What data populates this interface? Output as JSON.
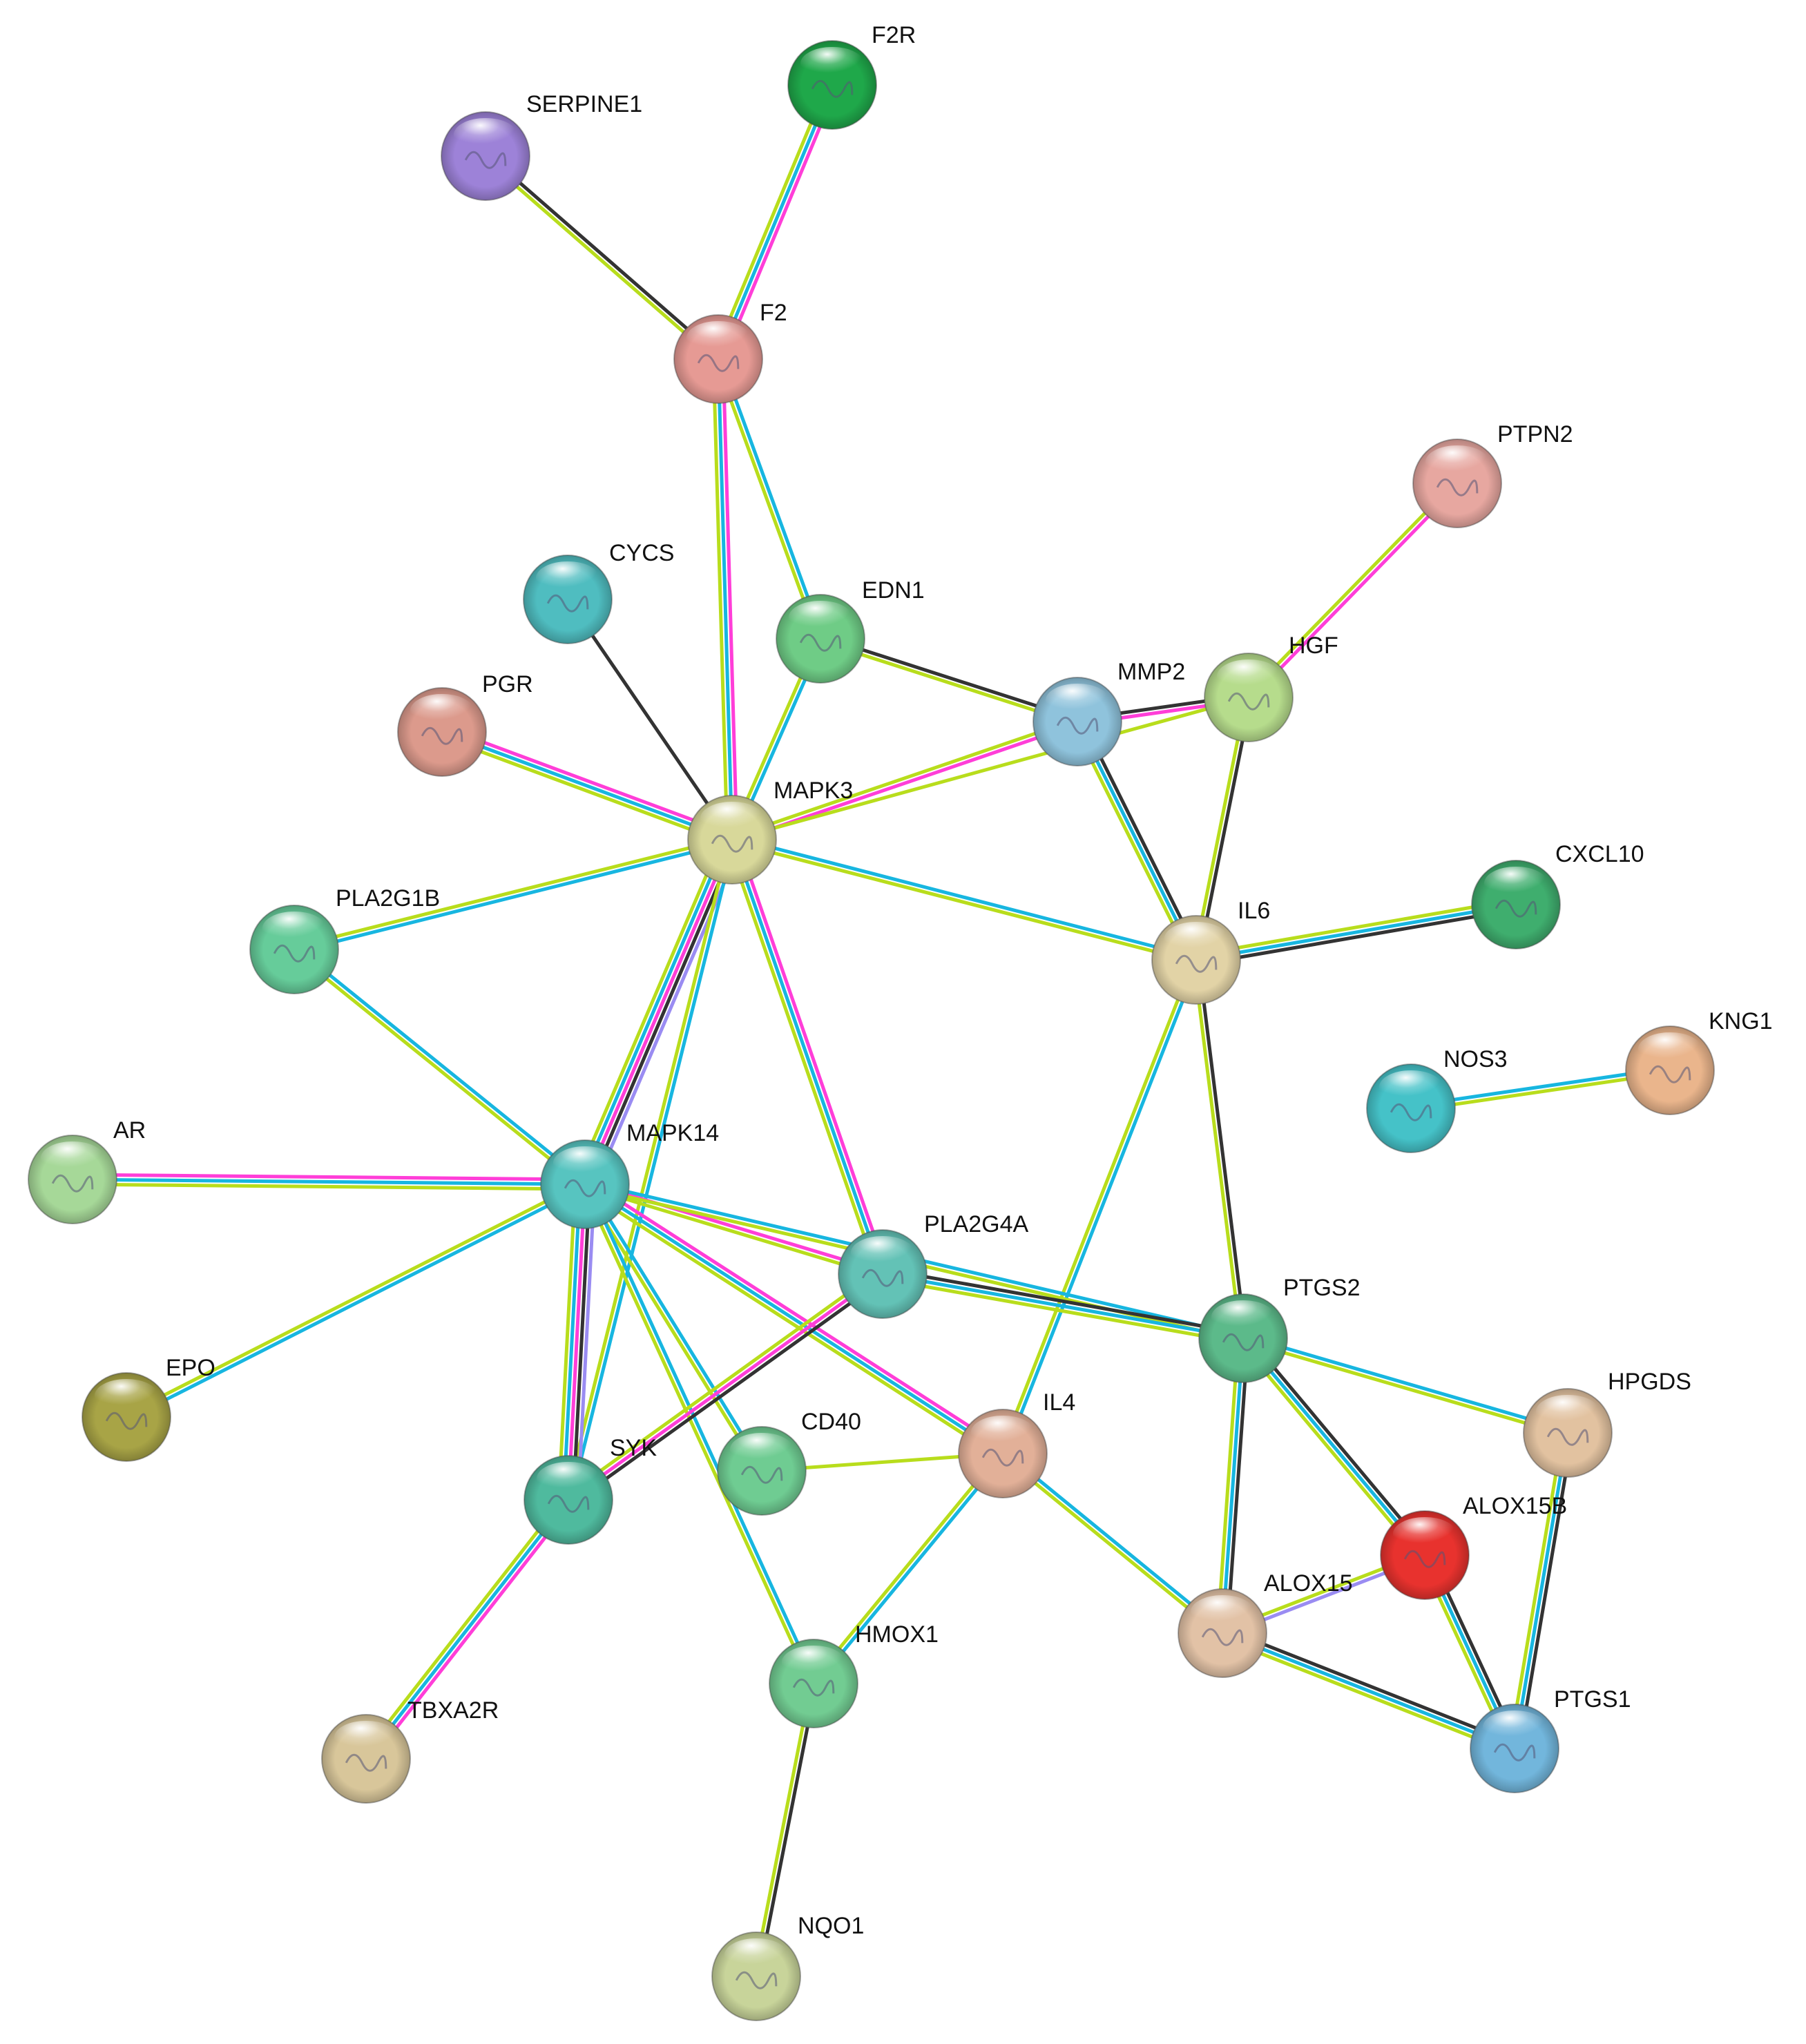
{
  "network": {
    "nodes": [
      {
        "id": "F2R",
        "label": "F2R",
        "color": "#1fa84a"
      },
      {
        "id": "SERPINE1",
        "label": "SERPINE1",
        "color": "#9d82d8"
      },
      {
        "id": "F2",
        "label": "F2",
        "color": "#e69a94"
      },
      {
        "id": "PTPN2",
        "label": "PTPN2",
        "color": "#e7a7a0"
      },
      {
        "id": "CYCS",
        "label": "CYCS",
        "color": "#4fbdc0"
      },
      {
        "id": "EDN1",
        "label": "EDN1",
        "color": "#6fcc86"
      },
      {
        "id": "MMP2",
        "label": "MMP2",
        "color": "#8fc3dc"
      },
      {
        "id": "HGF",
        "label": "HGF",
        "color": "#b6dc8c"
      },
      {
        "id": "PGR",
        "label": "PGR",
        "color": "#dc9a8c"
      },
      {
        "id": "MAPK3",
        "label": "MAPK3",
        "color": "#d8d89a"
      },
      {
        "id": "CXCL10",
        "label": "CXCL10",
        "color": "#3fae6e"
      },
      {
        "id": "PLA2G1B",
        "label": "PLA2G1B",
        "color": "#66cc9a"
      },
      {
        "id": "IL6",
        "label": "IL6",
        "color": "#e2d3a6"
      },
      {
        "id": "KNG1",
        "label": "KNG1",
        "color": "#eab58c"
      },
      {
        "id": "NOS3",
        "label": "NOS3",
        "color": "#45c2c8"
      },
      {
        "id": "AR",
        "label": "AR",
        "color": "#a6d898"
      },
      {
        "id": "MAPK14",
        "label": "MAPK14",
        "color": "#57c4c0"
      },
      {
        "id": "PLA2G4A",
        "label": "PLA2G4A",
        "color": "#63c2b6"
      },
      {
        "id": "PTGS2",
        "label": "PTGS2",
        "color": "#5cba8a"
      },
      {
        "id": "EPO",
        "label": "EPO",
        "color": "#a8a446"
      },
      {
        "id": "HPGDS",
        "label": "HPGDS",
        "color": "#e2c2a0"
      },
      {
        "id": "IL4",
        "label": "IL4",
        "color": "#e2b098"
      },
      {
        "id": "CD40",
        "label": "CD40",
        "color": "#6fcc92"
      },
      {
        "id": "SYK",
        "label": "SYK",
        "color": "#4fba9e"
      },
      {
        "id": "ALOX15B",
        "label": "ALOX15B",
        "color": "#e8322e"
      },
      {
        "id": "ALOX15",
        "label": "ALOX15",
        "color": "#e2c2a6"
      },
      {
        "id": "HMOX1",
        "label": "HMOX1",
        "color": "#72cc92"
      },
      {
        "id": "TBXA2R",
        "label": "TBXA2R",
        "color": "#d8c69a"
      },
      {
        "id": "PTGS1",
        "label": "PTGS1",
        "color": "#72b6dc"
      },
      {
        "id": "NQO1",
        "label": "NQO1",
        "color": "#c8d49a"
      }
    ],
    "edges": [
      {
        "source": "F2R",
        "target": "F2",
        "evidence": [
          "magenta",
          "cyan",
          "lime"
        ]
      },
      {
        "source": "SERPINE1",
        "target": "F2",
        "evidence": [
          "black",
          "lime"
        ]
      },
      {
        "source": "F2",
        "target": "MAPK3",
        "evidence": [
          "magenta",
          "cyan",
          "lime"
        ]
      },
      {
        "source": "F2",
        "target": "EDN1",
        "evidence": [
          "cyan",
          "lime"
        ]
      },
      {
        "source": "PTPN2",
        "target": "HGF",
        "evidence": [
          "magenta",
          "lime"
        ]
      },
      {
        "source": "CYCS",
        "target": "MAPK3",
        "evidence": [
          "black"
        ]
      },
      {
        "source": "EDN1",
        "target": "MAPK3",
        "evidence": [
          "cyan",
          "lime"
        ]
      },
      {
        "source": "EDN1",
        "target": "MMP2",
        "evidence": [
          "black",
          "lime"
        ]
      },
      {
        "source": "MMP2",
        "target": "HGF",
        "evidence": [
          "black",
          "magenta"
        ]
      },
      {
        "source": "MMP2",
        "target": "MAPK3",
        "evidence": [
          "magenta",
          "lime"
        ]
      },
      {
        "source": "MMP2",
        "target": "IL6",
        "evidence": [
          "black",
          "cyan",
          "lime"
        ]
      },
      {
        "source": "HGF",
        "target": "MAPK3",
        "evidence": [
          "lime"
        ]
      },
      {
        "source": "HGF",
        "target": "IL6",
        "evidence": [
          "black",
          "lime"
        ]
      },
      {
        "source": "PGR",
        "target": "MAPK3",
        "evidence": [
          "magenta",
          "cyan",
          "lime"
        ]
      },
      {
        "source": "MAPK3",
        "target": "PLA2G1B",
        "evidence": [
          "cyan",
          "lime"
        ]
      },
      {
        "source": "MAPK3",
        "target": "IL6",
        "evidence": [
          "cyan",
          "lime"
        ]
      },
      {
        "source": "MAPK3",
        "target": "MAPK14",
        "evidence": [
          "blue",
          "black",
          "magenta",
          "cyan",
          "lime"
        ]
      },
      {
        "source": "MAPK3",
        "target": "PLA2G4A",
        "evidence": [
          "magenta",
          "cyan",
          "lime"
        ]
      },
      {
        "source": "MAPK3",
        "target": "SYK",
        "evidence": [
          "cyan",
          "lime"
        ]
      },
      {
        "source": "CXCL10",
        "target": "IL6",
        "evidence": [
          "black",
          "cyan",
          "lime"
        ]
      },
      {
        "source": "PLA2G1B",
        "target": "MAPK14",
        "evidence": [
          "cyan",
          "lime"
        ]
      },
      {
        "source": "IL6",
        "target": "PTGS2",
        "evidence": [
          "black",
          "lime"
        ]
      },
      {
        "source": "IL6",
        "target": "IL4",
        "evidence": [
          "cyan",
          "lime"
        ]
      },
      {
        "source": "NOS3",
        "target": "KNG1",
        "evidence": [
          "cyan",
          "lime"
        ]
      },
      {
        "source": "AR",
        "target": "MAPK14",
        "evidence": [
          "magenta",
          "cyan",
          "lime"
        ]
      },
      {
        "source": "MAPK14",
        "target": "PLA2G4A",
        "evidence": [
          "magenta",
          "lime"
        ]
      },
      {
        "source": "MAPK14",
        "target": "PTGS2",
        "evidence": [
          "cyan",
          "lime"
        ]
      },
      {
        "source": "MAPK14",
        "target": "EPO",
        "evidence": [
          "cyan",
          "lime"
        ]
      },
      {
        "source": "MAPK14",
        "target": "SYK",
        "evidence": [
          "blue",
          "black",
          "magenta",
          "cyan",
          "lime"
        ]
      },
      {
        "source": "MAPK14",
        "target": "CD40",
        "evidence": [
          "cyan",
          "lime"
        ]
      },
      {
        "source": "MAPK14",
        "target": "IL4",
        "evidence": [
          "magenta",
          "cyan",
          "lime"
        ]
      },
      {
        "source": "MAPK14",
        "target": "HMOX1",
        "evidence": [
          "cyan",
          "lime"
        ]
      },
      {
        "source": "PLA2G4A",
        "target": "PTGS2",
        "evidence": [
          "black",
          "cyan",
          "lime"
        ]
      },
      {
        "source": "PLA2G4A",
        "target": "SYK",
        "evidence": [
          "black",
          "magenta",
          "lime"
        ]
      },
      {
        "source": "PTGS2",
        "target": "HPGDS",
        "evidence": [
          "cyan",
          "lime"
        ]
      },
      {
        "source": "PTGS2",
        "target": "ALOX15B",
        "evidence": [
          "black",
          "cyan",
          "lime"
        ]
      },
      {
        "source": "PTGS2",
        "target": "ALOX15",
        "evidence": [
          "black",
          "cyan",
          "lime"
        ]
      },
      {
        "source": "HPGDS",
        "target": "PTGS1",
        "evidence": [
          "black",
          "cyan",
          "lime"
        ]
      },
      {
        "source": "IL4",
        "target": "CD40",
        "evidence": [
          "lime"
        ]
      },
      {
        "source": "IL4",
        "target": "HMOX1",
        "evidence": [
          "cyan",
          "lime"
        ]
      },
      {
        "source": "IL4",
        "target": "ALOX15",
        "evidence": [
          "cyan",
          "lime"
        ]
      },
      {
        "source": "SYK",
        "target": "TBXA2R",
        "evidence": [
          "magenta",
          "cyan",
          "lime"
        ]
      },
      {
        "source": "ALOX15B",
        "target": "ALOX15",
        "evidence": [
          "blue",
          "lime"
        ]
      },
      {
        "source": "ALOX15B",
        "target": "PTGS1",
        "evidence": [
          "black",
          "cyan",
          "lime"
        ]
      },
      {
        "source": "ALOX15",
        "target": "PTGS1",
        "evidence": [
          "black",
          "cyan",
          "lime"
        ]
      },
      {
        "source": "HMOX1",
        "target": "NQO1",
        "evidence": [
          "black",
          "lime"
        ]
      }
    ]
  },
  "palette": {
    "magenta": "#ff3ed8",
    "cyan": "#17b6e0",
    "lime": "#b8dd1c",
    "black": "#333333",
    "blue": "#9a8cf2"
  }
}
